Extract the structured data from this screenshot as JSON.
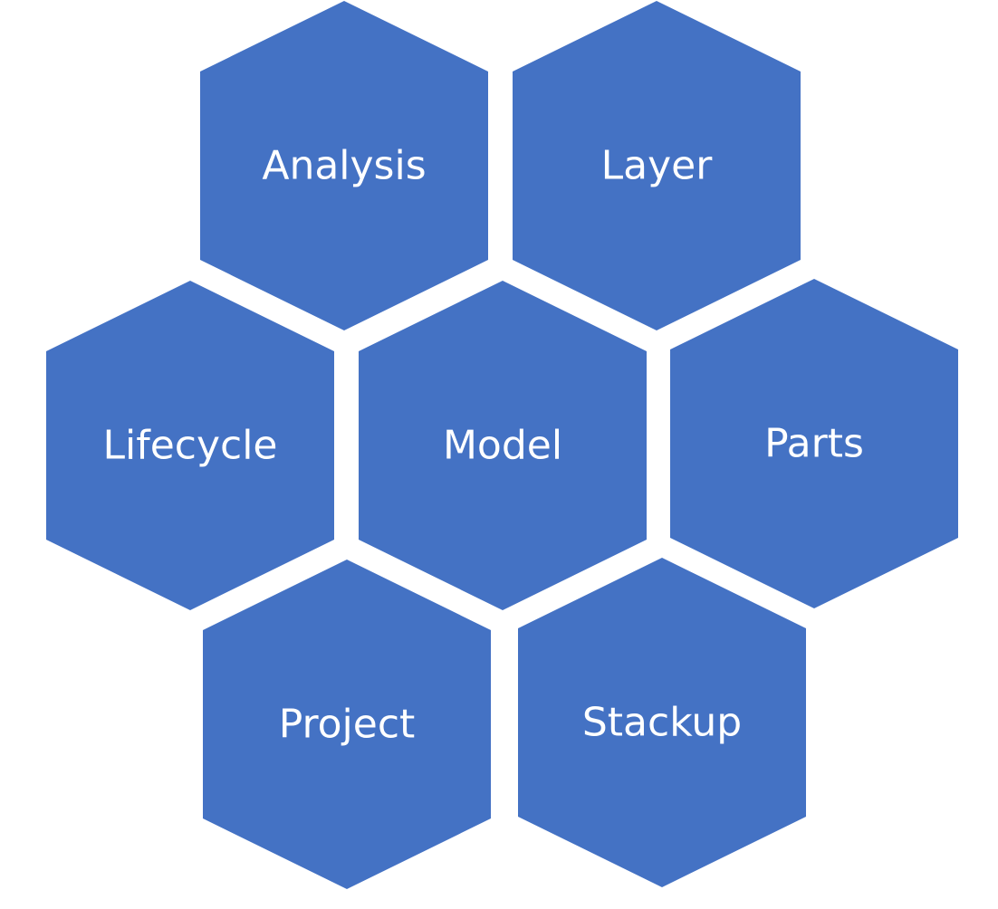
{
  "diagram": {
    "fill_color": "#4472c4",
    "text_color": "#ffffff",
    "background": "#ffffff",
    "hexagons": [
      {
        "id": "analysis",
        "label": "Analysis"
      },
      {
        "id": "layer",
        "label": "Layer"
      },
      {
        "id": "lifecycle",
        "label": "Lifecycle"
      },
      {
        "id": "model",
        "label": "Model"
      },
      {
        "id": "parts",
        "label": "Parts"
      },
      {
        "id": "project",
        "label": "Project"
      },
      {
        "id": "stackup",
        "label": "Stackup"
      }
    ]
  }
}
